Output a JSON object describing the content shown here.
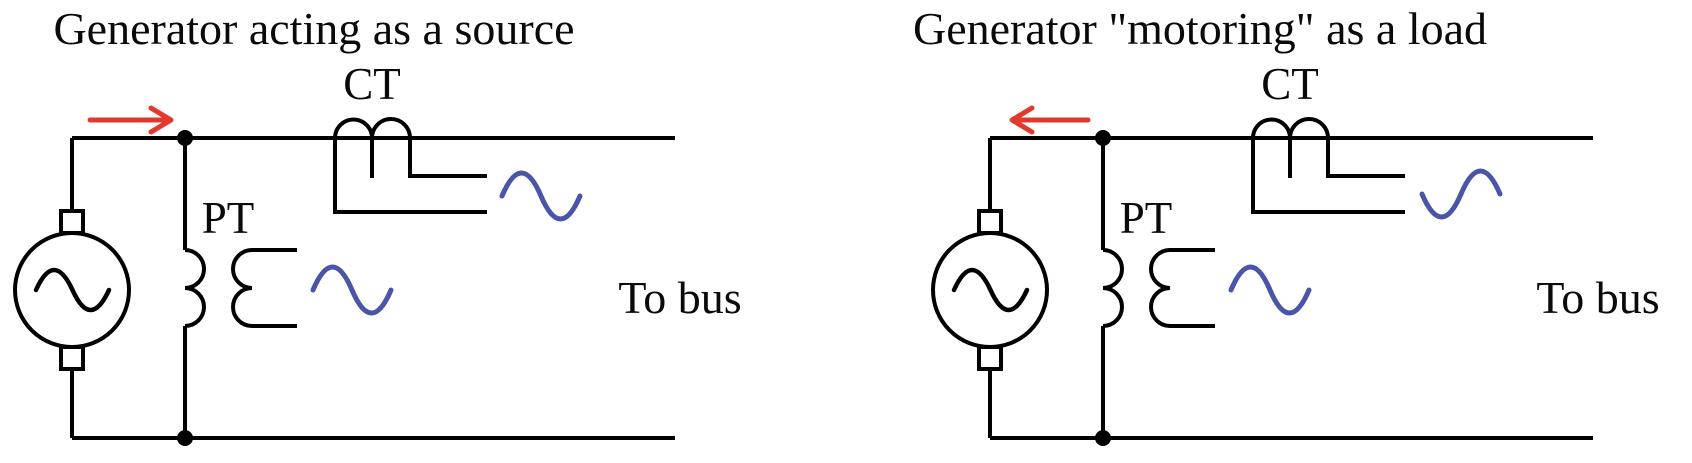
{
  "figure_background": "#ffffff",
  "colors": {
    "line": "#000000",
    "arrow_red": "#e03a2d",
    "wave_blue": "#4a55a8"
  },
  "diagrams": [
    {
      "title": "Generator acting as a source",
      "current_arrow_direction": "right",
      "ct_label": "CT",
      "pt_label": "PT",
      "to_bus_label": "To bus",
      "ct_wave_phase": "normal",
      "pt_wave_phase": "normal"
    },
    {
      "title": "Generator \"motoring\" as a load",
      "current_arrow_direction": "left",
      "ct_label": "CT",
      "pt_label": "PT",
      "to_bus_label": "To bus",
      "ct_wave_phase": "inverted",
      "pt_wave_phase": "normal"
    }
  ]
}
